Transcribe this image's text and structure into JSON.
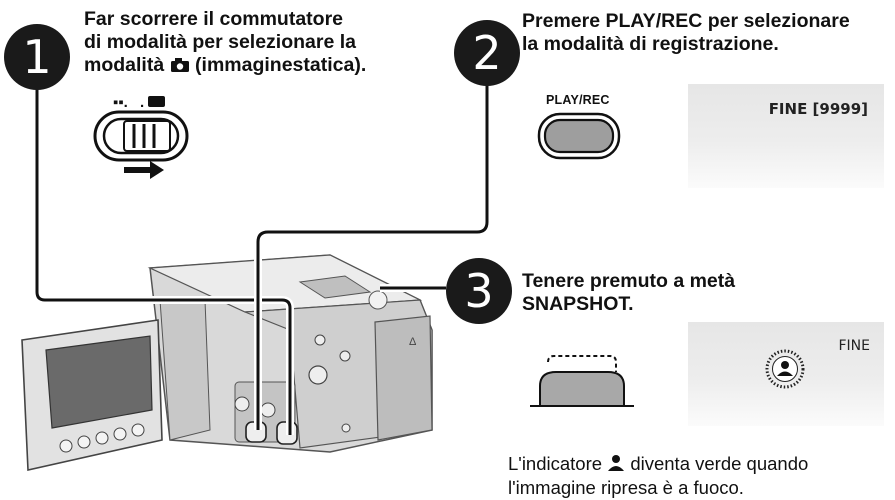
{
  "steps": [
    {
      "number": "1",
      "text_line1": "Far scorrere il commutatore",
      "text_line2": "di modalità per selezionare la",
      "text_line3_before": "modalità",
      "text_line3_after": "(immaginestatica).",
      "icon": "camera-icon"
    },
    {
      "number": "2",
      "text_line1": "Premere PLAY/REC per selezionare",
      "text_line2": "la modalità di registrazione.",
      "button_label": "PLAY/REC",
      "lcd_text": "FINE [9999]"
    },
    {
      "number": "3",
      "text_line1": "Tenere premuto a metà",
      "text_line2": "SNAPSHOT.",
      "lcd_text": "FINE",
      "icon": "focus-person-icon"
    }
  ],
  "caption": {
    "before": "L'indicatore",
    "after": "diventa verde quando",
    "line2": "l'immagine ripresa è a fuoco.",
    "icon": "person-icon"
  },
  "colors": {
    "badge": "#1a1a1a",
    "lcd_panel": "#e8e8e8"
  }
}
